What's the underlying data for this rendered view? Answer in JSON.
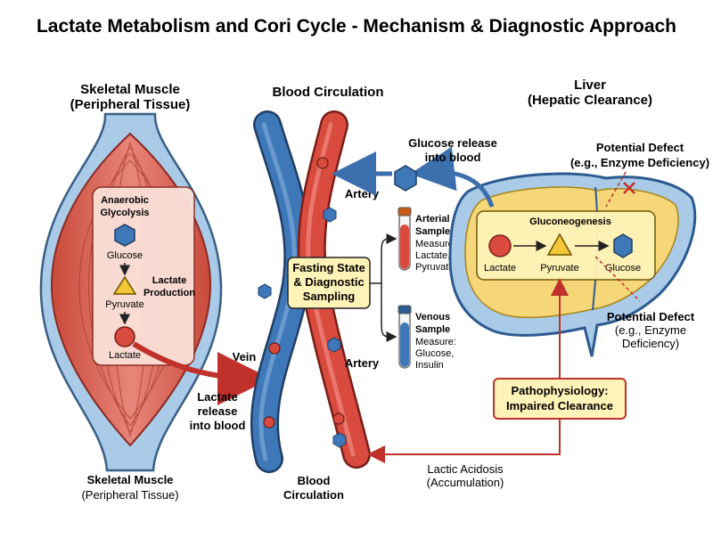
{
  "title": "Lactate Metabolism and Cori Cycle - Mechanism & Diagnostic Approach",
  "muscle": {
    "header_line1": "Skeletal Muscle",
    "header_line2": "(Peripheral Tissue)",
    "footer_line1": "Skeletal Muscle",
    "footer_line2": "(Peripheral Tissue)",
    "box_title_line1": "Anaerobic",
    "box_title_line2": "Glycolysis",
    "glucose": "Glucose",
    "pyruvate": "Pyruvate",
    "lactate": "Lactate",
    "production_line1": "Lactate",
    "production_line2": "Production"
  },
  "blood": {
    "header": "Blood Circulation",
    "footer_line1": "Blood",
    "footer_line2": "Circulation",
    "vein": "Vein",
    "artery_top": "Artery",
    "artery_bottom": "Artery"
  },
  "lactate_release": {
    "line1": "Lactate",
    "line2": "release",
    "line3": "into blood"
  },
  "glucose_release": {
    "line1": "Glucose release",
    "line2": "into blood"
  },
  "fasting_box": {
    "line1": "Fasting State",
    "line2": "& Diagnostic",
    "line3": "Sampling"
  },
  "arterial_sample": {
    "title_line1": "Arterial",
    "title_line2": "Sample",
    "measure_line1": "Measure:",
    "measure_line2": "Lactate,",
    "measure_line3": "Pyruvate"
  },
  "venous_sample": {
    "title_line1": "Venous",
    "title_line2": "Sample",
    "measure_line1": "Measure:",
    "measure_line2": "Glucose,",
    "measure_line3": "Insulin"
  },
  "liver": {
    "header_line1": "Liver",
    "header_line2": "(Hepatic Clearance)",
    "box_title": "Gluconeogenesis",
    "lactate": "Lactate",
    "pyruvate": "Pyruvate",
    "glucose": "Glucose"
  },
  "defect_top": {
    "line1": "Potential Defect",
    "line2": "(e.g., Enzyme Deficiency)"
  },
  "defect_bottom": {
    "line1": "Potential Defect",
    "line2": "(e.g., Enzyme",
    "line3": "Deficiency)"
  },
  "patho_box": {
    "line1": "Pathophysiology:",
    "line2": "Impaired Clearance"
  },
  "acidosis": {
    "line1": "Lactic Acidosis",
    "line2": "(Accumulation)"
  },
  "colors": {
    "vein_blue": "#3f78b8",
    "artery_red": "#d94a3f",
    "muscle_red": "#e07a66",
    "liver_yellow": "#f5d77a",
    "box_yellow": "#fff3b8",
    "arrow_dark_red": "#c0312b",
    "arrow_blue": "#3b6fad"
  }
}
